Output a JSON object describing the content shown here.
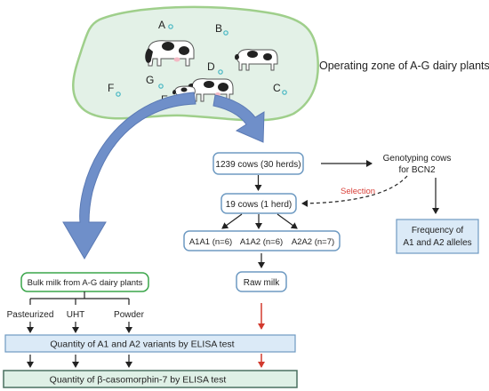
{
  "zone_title": "Operating zone of A-G dairy plants",
  "plant_labels": [
    "A",
    "B",
    "C",
    "D",
    "E",
    "F",
    "G"
  ],
  "cow_icons": [
    "cow-1",
    "cow-2",
    "cow-3",
    "cow-4"
  ],
  "cows_total": "1239 cows (30 herds)",
  "genotyping_line1": "Genotyping cows",
  "genotyping_line2": "for BCN2",
  "selection_label": "Selection",
  "herd_box": "19 cows (1 herd)",
  "genotypes": [
    "A1A1 (n=6)",
    "A1A2 (n=6)",
    "A2A2 (n=7)"
  ],
  "raw_milk": "Raw milk",
  "frequency_line1": "Frequency of",
  "frequency_line2": "A1 and A2 alleles",
  "bulk_milk": "Bulk milk from A-G dairy plants",
  "products": [
    "Pasteurized",
    "UHT",
    "Powder"
  ],
  "elisa_variants": "Quantity of A1 and A2 variants by ELISA test",
  "elisa_bcm7": "Quantity of β-casomorphin-7 by ELISA test",
  "colors": {
    "zone_fill": "#e3f1e7",
    "zone_border": "#9fcf8b",
    "box_border": "#6e9ac2",
    "bulk_border": "#3aa54a",
    "elisa_fill": "#dbeaf7",
    "bcm_fill": "#dff0e6",
    "bcm_border": "#4a7060",
    "big_arrow": "#6f8fc9",
    "plant_dot": "#46b6c3",
    "red_arrow": "#d23a2e",
    "selection_text": "#d9413a"
  }
}
